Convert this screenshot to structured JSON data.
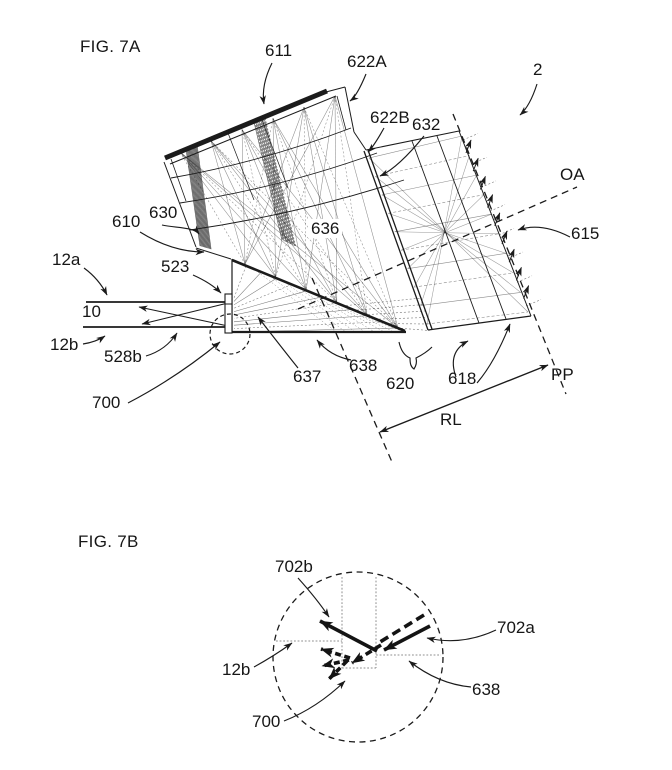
{
  "figure_7a": {
    "title": "FIG. 7A",
    "labels": {
      "l611": "611",
      "l622a": "622A",
      "l622b": "622B",
      "l632": "632",
      "l2": "2",
      "loa": "OA",
      "l615": "615",
      "l636": "636",
      "l630": "630",
      "l610": "610",
      "l12a": "12a",
      "l523": "523",
      "l10": "10",
      "l12b": "12b",
      "l528b": "528b",
      "l637": "637",
      "l638": "638",
      "l620": "620",
      "l618": "618",
      "lpp": "PP",
      "lrl": "RL",
      "l700": "700"
    }
  },
  "figure_7b": {
    "title": "FIG. 7B",
    "labels": {
      "l702b": "702b",
      "l702a": "702a",
      "l12b": "12b",
      "l638": "638",
      "l700": "700"
    }
  },
  "colors": {
    "ink": "#1b1b1b",
    "paper": "#ffffff",
    "detail_gray": "#8f8f8f"
  }
}
